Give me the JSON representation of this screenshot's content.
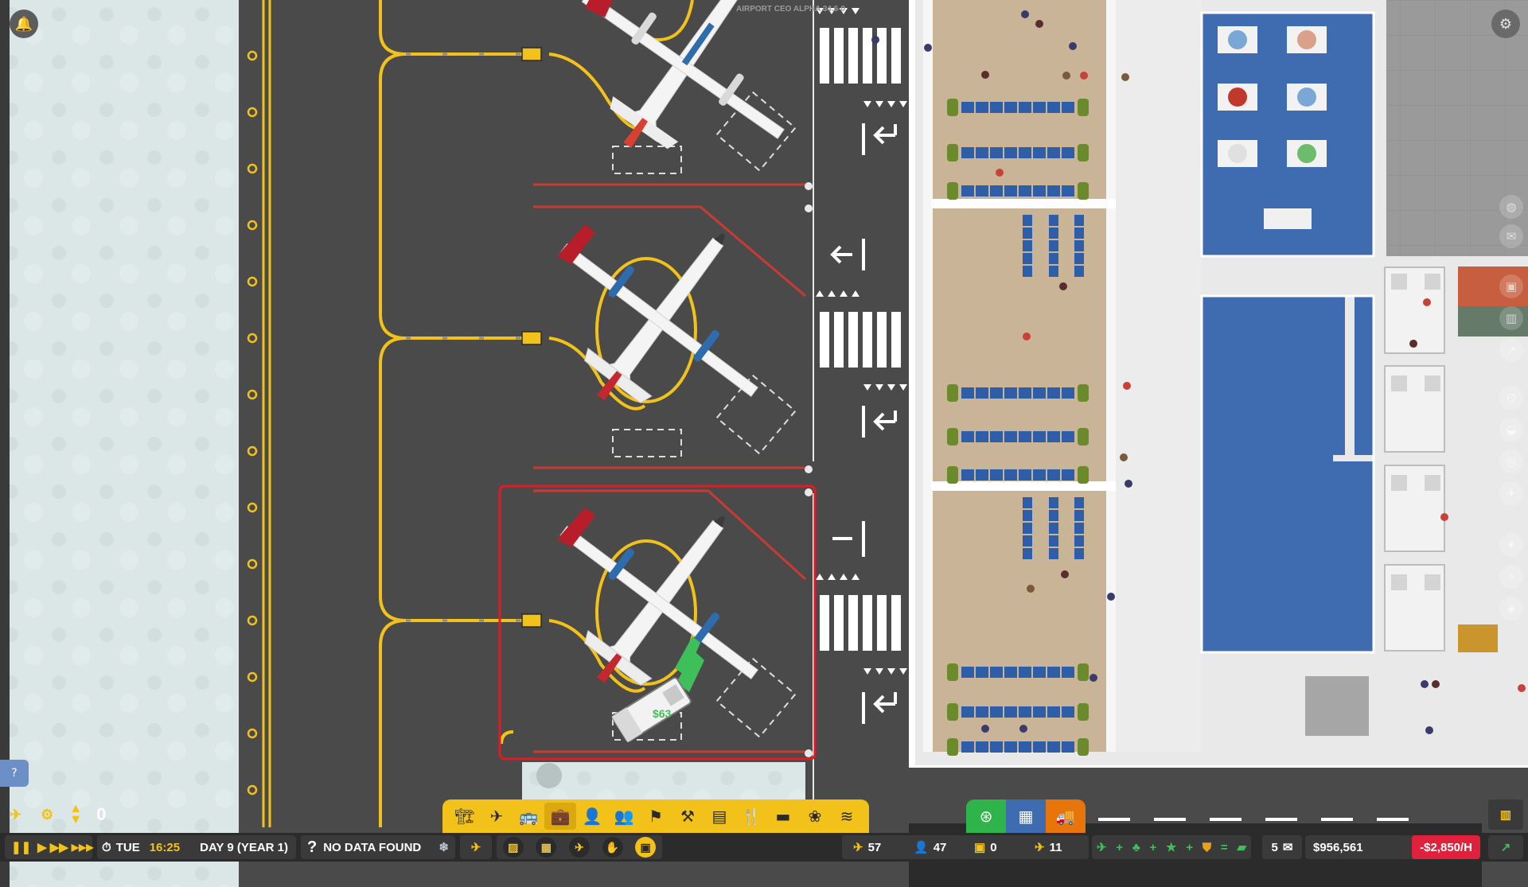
{
  "game": {
    "watermark": "AIRPORT CEO ALPHA 34.6-0"
  },
  "colors": {
    "runway_asphalt": "#4a4a4a",
    "taxi_line": "#f2c21a",
    "stand_line": "#d9252f",
    "selection": "#e01b24",
    "floor_beige": "#c9b497",
    "floor_white": "#ececec",
    "carpet_blue": "#3f6cb0",
    "hud_dark": "#3a3a3a",
    "hud_yellow": "#f2c21a",
    "money_negative": "#e0213b"
  },
  "map": {
    "fuel_tag": "$63"
  },
  "left_tools": {
    "zoom_value": "0",
    "help_label": "?"
  },
  "time_bar": {
    "day_of_week": "TUE",
    "clock": "16:25",
    "day_label": "DAY 9 (YEAR 1)",
    "status_icon": "?",
    "status_text": "NO DATA FOUND"
  },
  "build_menu": {
    "items": [
      {
        "name": "structure",
        "icon": "structure-icon",
        "glyph": "🏗"
      },
      {
        "name": "runway",
        "icon": "runway-icon",
        "glyph": "✈"
      },
      {
        "name": "transport",
        "icon": "bus-icon",
        "glyph": "🚌"
      },
      {
        "name": "baggage",
        "icon": "baggage-icon",
        "glyph": "💼"
      },
      {
        "name": "staff",
        "icon": "staff-icon",
        "glyph": "👤"
      },
      {
        "name": "passengers",
        "icon": "passengers-icon",
        "glyph": "👥"
      },
      {
        "name": "security",
        "icon": "security-icon",
        "glyph": "⚑"
      },
      {
        "name": "gates",
        "icon": "gate-icon",
        "glyph": "⚒"
      },
      {
        "name": "desks",
        "icon": "desk-icon",
        "glyph": "▤"
      },
      {
        "name": "food",
        "icon": "food-icon",
        "glyph": "🍴"
      },
      {
        "name": "seating",
        "icon": "seating-icon",
        "glyph": "▬"
      },
      {
        "name": "decor",
        "icon": "decor-icon",
        "glyph": "❀"
      },
      {
        "name": "layers",
        "icon": "layers-icon",
        "glyph": "≋"
      }
    ],
    "extra": [
      {
        "name": "zones",
        "icon": "zone-icon",
        "glyph": "⊛",
        "bg": "#2fb34b"
      },
      {
        "name": "rooms",
        "icon": "grid-icon",
        "glyph": "▦",
        "bg": "#3f6cb0"
      },
      {
        "name": "vehicles",
        "icon": "vehicle-icon",
        "glyph": "🚚",
        "bg": "#e8740c"
      }
    ]
  },
  "stats": {
    "arrivals": "57",
    "passengers": "47",
    "bags": "0",
    "flights": "11",
    "mail_count": "5",
    "money": "$956,561",
    "income_rate": "-$2,850/H"
  }
}
